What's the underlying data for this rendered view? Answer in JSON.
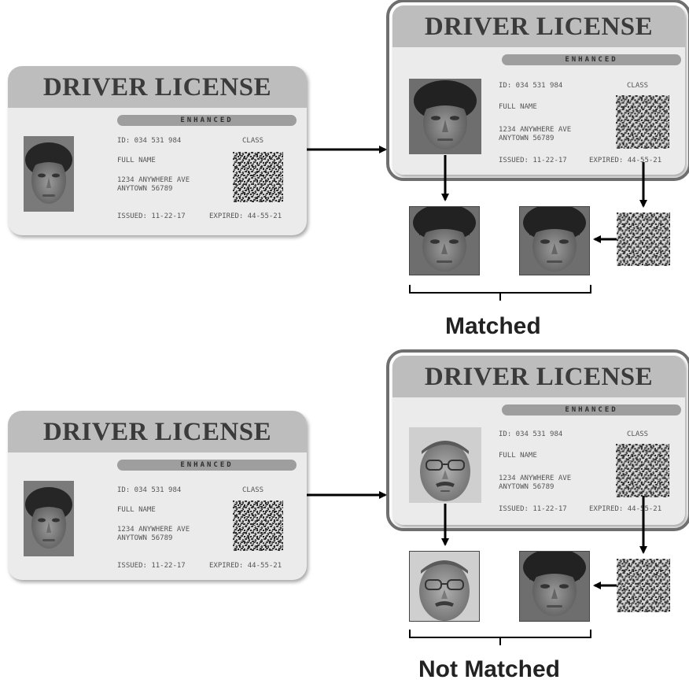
{
  "license": {
    "title": "DRIVER LICENSE",
    "badge": "ENHANCED",
    "id_line": "ID: 034 531 984",
    "class_label": "CLASS",
    "name_label": "FULL NAME",
    "address_line1": "1234 ANYWHERE AVE",
    "address_line2": "ANYTOWN 56789",
    "issued": "ISSUED: 11-22-17",
    "expired": "EXPIRED: 44-55-21"
  },
  "results": {
    "top": "Matched",
    "bottom": "Not Matched"
  },
  "colors": {
    "card_header": "#bdbdbd",
    "card_body": "#ebebeb",
    "frame": "#6f6f6f",
    "arrow": "#000000"
  }
}
